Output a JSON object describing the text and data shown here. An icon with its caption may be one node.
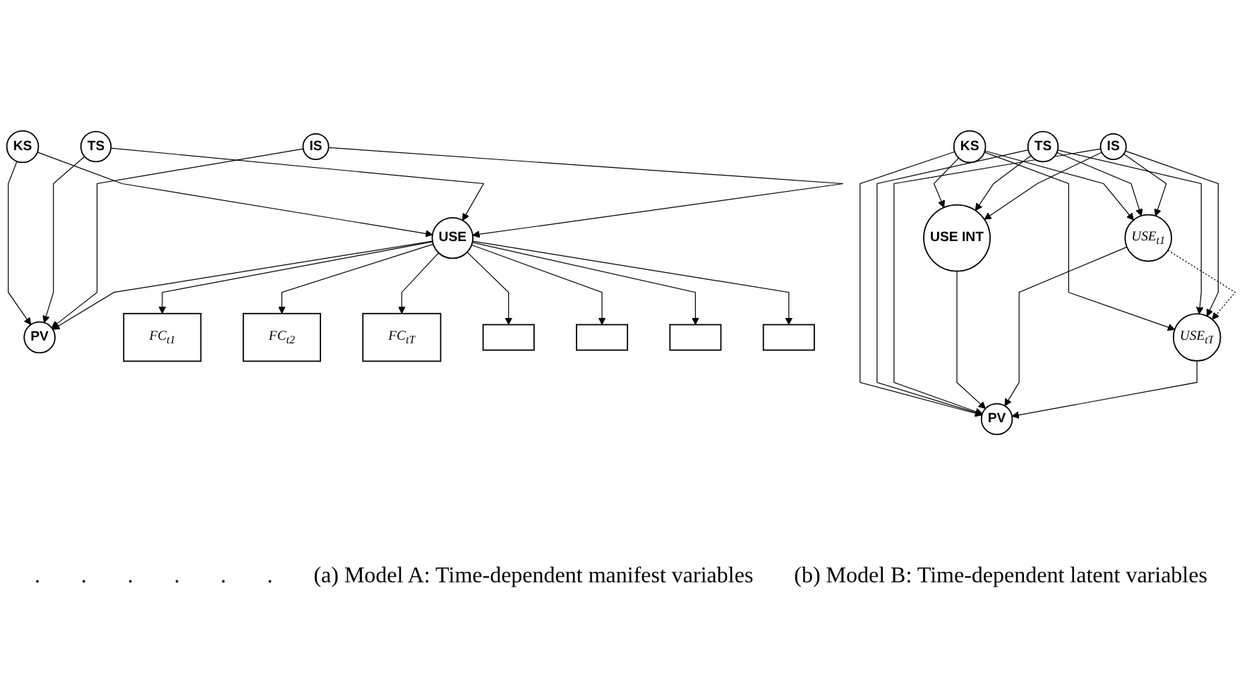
{
  "diagram": {
    "nodes": [
      {
        "text": [
          "KS"
        ]
      },
      {
        "text": [
          "TS"
        ]
      },
      {
        "text": [
          "IS"
        ]
      },
      {
        "text": [
          "USE"
        ]
      },
      {
        "text": [
          "PV"
        ]
      },
      {
        "text": [
          "FC$_{t1}$"
        ]
      },
      {
        "text": [
          "FC$_{t2}$"
        ]
      },
      {
        "text": [
          "FC$_{tT}$"
        ]
      },
      {
        "text": [],
        "shape": "box"
      },
      {
        "text": [],
        "shape": "box"
      },
      {
        "text": [],
        "shape": "box"
      },
      {
        "text": [],
        "shape": "box"
      },
      {
        "text": [
          "USE INT"
        ]
      },
      {
        "text": [
          "KS"
        ]
      },
      {
        "text": [
          "TS"
        ]
      },
      {
        "text": [
          "IS"
        ]
      },
      {
        "text": [
          "USE$_{t1}$"
        ]
      },
      {
        "text": [
          "USE$_{tT}$"
        ]
      },
      {
        "text": [
          "PV"
        ]
      }
    ],
    "edges": [
      {
        "from": 0,
        "to": 3,
        "arrow": "to"
      },
      {
        "from": 0,
        "to": 4,
        "arrow": "to"
      },
      {
        "from": 1,
        "to": 3,
        "arrow": "to"
      },
      {
        "from": 1,
        "to": 4,
        "arrow": "to"
      },
      {
        "from": 2,
        "to": 3,
        "arrow": "to"
      },
      {
        "from": 2,
        "to": 4,
        "arrow": "to"
      },
      {
        "from": 3,
        "to": 4,
        "arrow": "to"
      },
      {
        "from": 3,
        "to": 5,
        "arrow": "to"
      },
      {
        "from": 3,
        "to": 6,
        "arrow": "to"
      },
      {
        "from": 3,
        "to": 7,
        "arrow": "to"
      },
      {
        "from": 3,
        "to": 8,
        "arrow": "to"
      },
      {
        "from": 3,
        "to": 9,
        "arrow": "to"
      },
      {
        "from": 3,
        "to": 10,
        "arrow": "to"
      },
      {
        "from": 3,
        "to": 11,
        "arrow": "to"
      },
      {
        "from": 13,
        "to": 12,
        "arrow": "to"
      },
      {
        "from": 13,
        "to": 16,
        "arrow": "to"
      },
      {
        "from": 13,
        "to": 17,
        "arrow": "to"
      },
      {
        "from": 13,
        "to": 18,
        "arrow": "to"
      },
      {
        "from": 14,
        "to": 12,
        "arrow": "to"
      },
      {
        "from": 14,
        "to": 16,
        "arrow": "to"
      },
      {
        "from": 14,
        "to": 17,
        "arrow": "to"
      },
      {
        "from": 14,
        "to": 18,
        "arrow": "to"
      },
      {
        "from": 15,
        "to": 12,
        "arrow": "to"
      },
      {
        "from": 15,
        "to": 16,
        "arrow": "to"
      },
      {
        "from": 15,
        "to": 17,
        "arrow": "to"
      },
      {
        "from": 15,
        "to": 18,
        "arrow": "to"
      },
      {
        "from": 12,
        "to": 18,
        "arrow": "to"
      },
      {
        "from": 16,
        "to": 18,
        "arrow": "to"
      },
      {
        "from": 17,
        "to": 18,
        "arrow": "to"
      },
      {
        "from": 16,
        "to": 17,
        "arrow": "to",
        "style": "dashed"
      }
    ],
    "labels": [
      ".",
      ".",
      ".",
      ".",
      ".",
      ".",
      "(a) Model A: Time-dependent manifest variables",
      "(b) Model B: Time-dependent latent variables"
    ]
  }
}
